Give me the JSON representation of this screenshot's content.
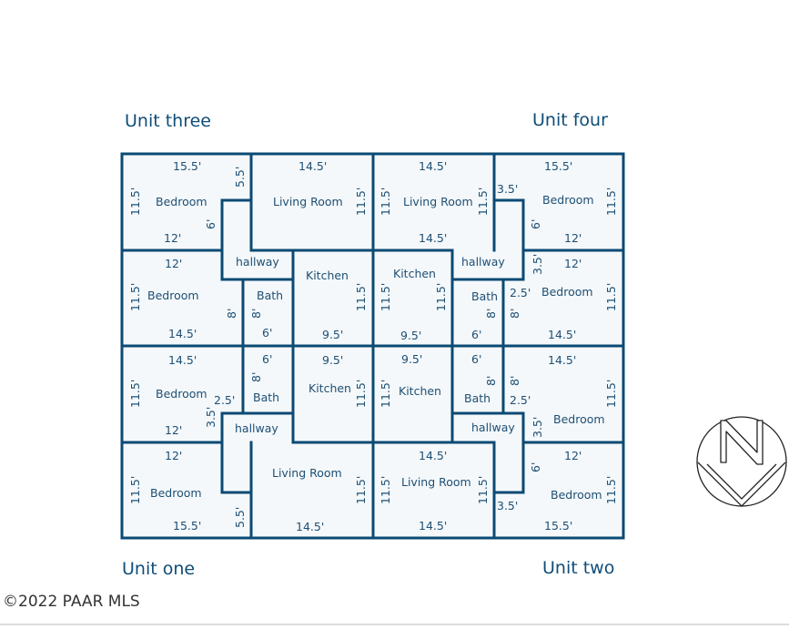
{
  "units": {
    "three": "Unit three",
    "four": "Unit four",
    "one": "Unit one",
    "two": "Unit two"
  },
  "rooms": {
    "bedroom": "Bedroom",
    "living_room": "Living Room",
    "kitchen": "Kitchen",
    "bath": "Bath",
    "hallway": "hallway"
  },
  "dims": {
    "d15_5": "15.5'",
    "d14_5": "14.5'",
    "d11_5": "11.5'",
    "d12": "12'",
    "d9_5": "9.5'",
    "d8": "8'",
    "d6": "6'",
    "d5_5": "5.5'",
    "d3_5": "3.5'",
    "d2_5": "2.5'"
  },
  "copyright": "©2022 PAAR MLS",
  "icons": {
    "north_arrow": "north-arrow-icon"
  }
}
